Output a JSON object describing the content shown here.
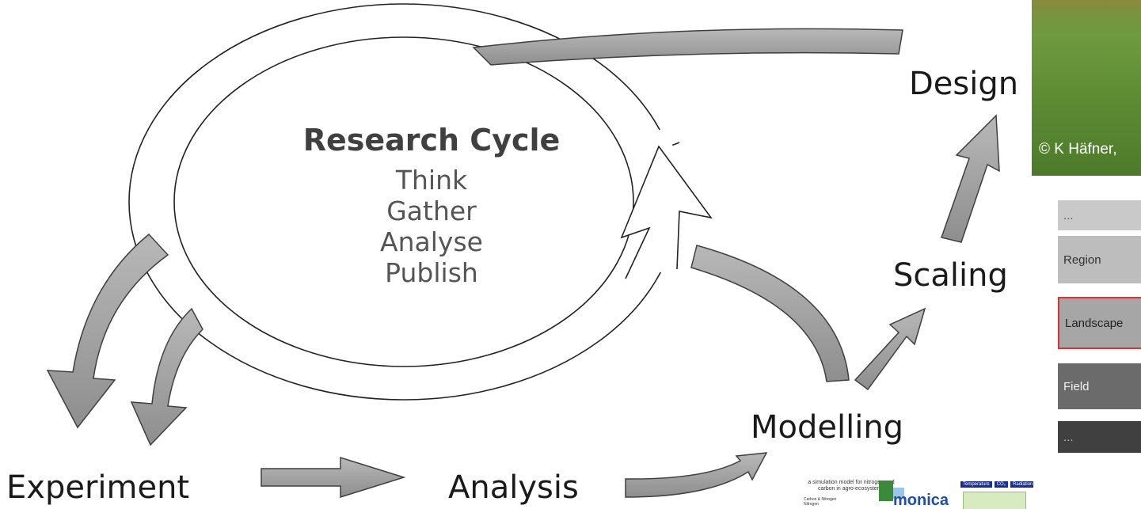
{
  "cycle": {
    "title": "Research Cycle",
    "steps": [
      "Think",
      "Gather",
      "Analyse",
      "Publish"
    ]
  },
  "stages": {
    "design": "Design",
    "scaling": "Scaling",
    "modelling": "Modelling",
    "experiment": "Experiment",
    "analysis": "Analysis"
  },
  "photo": {
    "credit": "© K Häfner,"
  },
  "scales": [
    {
      "label": "...",
      "color": "#c9c9c9",
      "text_color": "#555555"
    },
    {
      "label": "Region",
      "color": "#bdbdbd",
      "text_color": "#333333"
    },
    {
      "label": "Landscape",
      "color": "#a6a6a6",
      "text_color": "#222222",
      "highlight": "#e03030"
    },
    {
      "label": "Field",
      "color": "#6b6b6b",
      "text_color": "#f0f0f0"
    },
    {
      "label": "...",
      "color": "#404040",
      "text_color": "#bbbbbb"
    }
  ],
  "monica": {
    "description": "a simulation model for nitrogen and carbon in agro-ecosystems",
    "logo": "monica",
    "legend": [
      "Carbon & Nitrogen",
      "Nitrogen"
    ],
    "tags": [
      "Temperature",
      "CO₂",
      "Radiation"
    ]
  },
  "colors": {
    "arrow_fill": "#a6a6a6",
    "arrow_stroke": "#3f3f3f",
    "text": "#1a1a1a"
  }
}
